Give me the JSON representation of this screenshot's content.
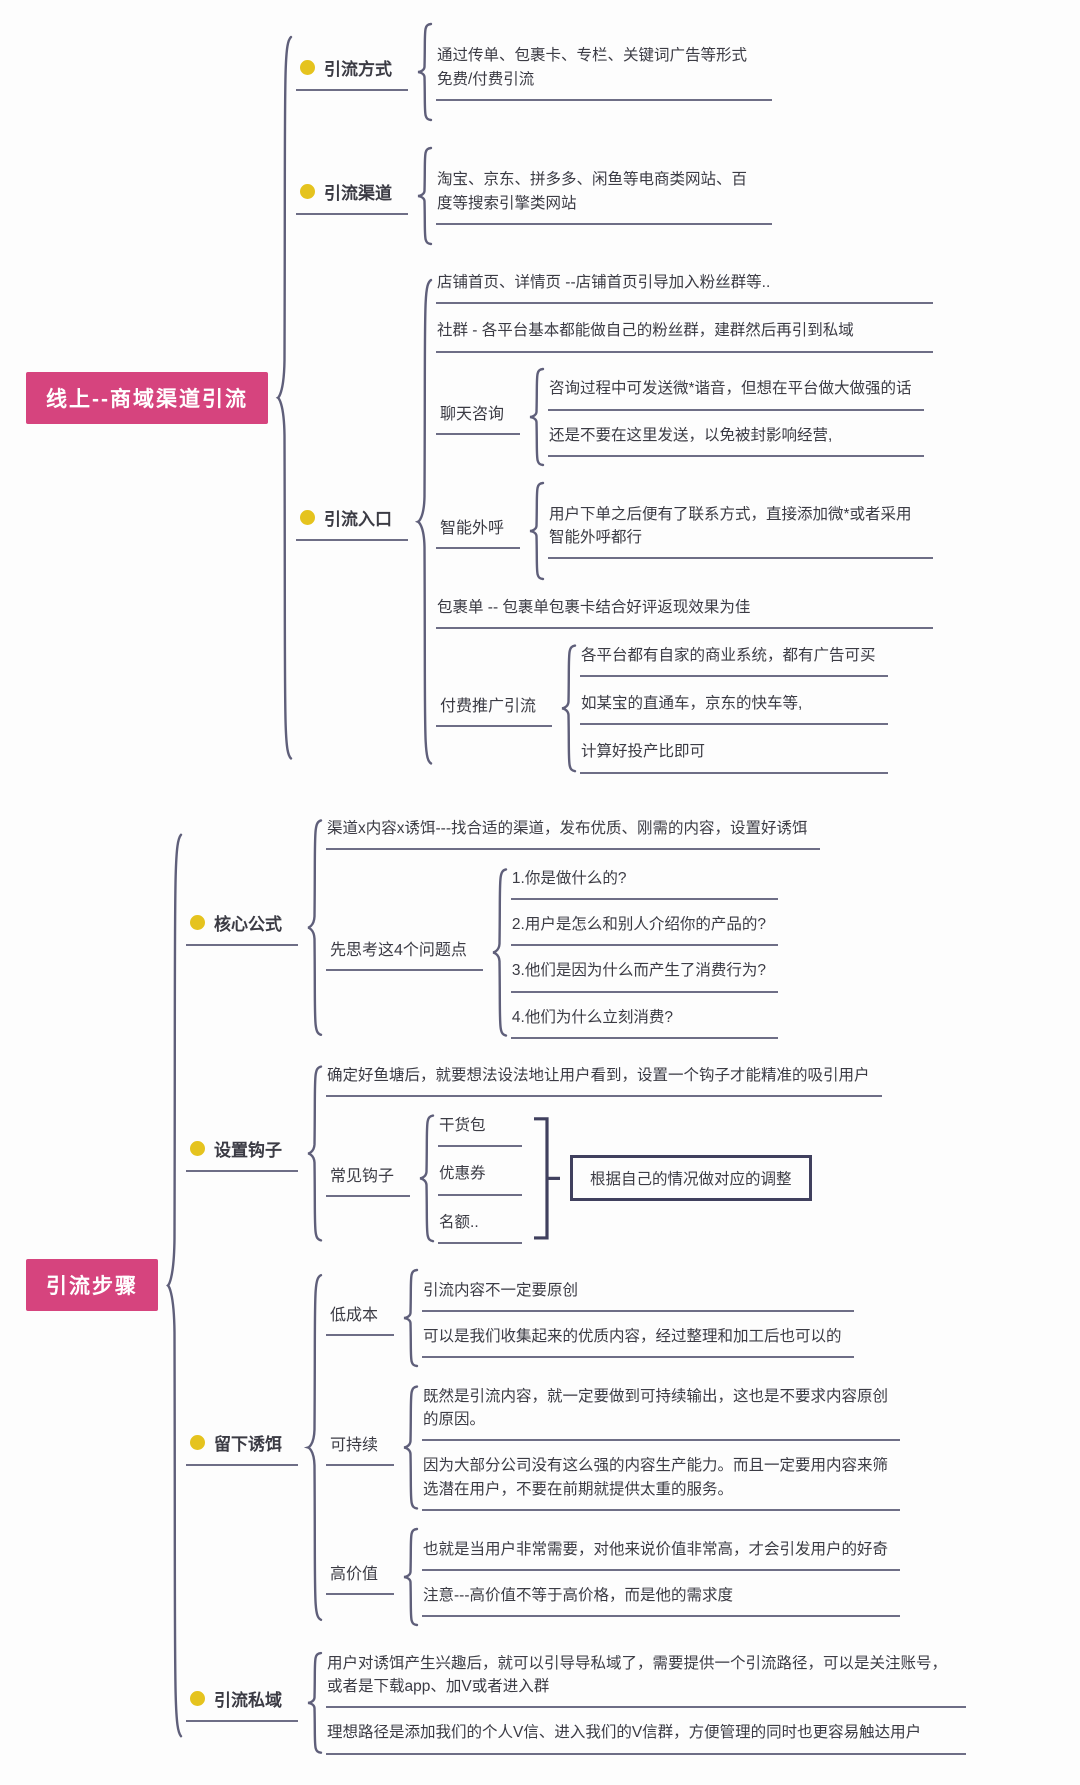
{
  "colors": {
    "root_bg": "#d6447e",
    "root_text": "#ffffff",
    "bullet_dot": "#e5c31e",
    "underline": "#6e6e86",
    "brace": "#5f5f7a",
    "note_border": "#40405e",
    "text": "#3b3b44"
  },
  "icons": {
    "bullet": "bullet-dot-icon",
    "brace": "curly-brace-connector",
    "bracket": "square-bracket-connector"
  },
  "tree1": {
    "root": "线上--商域渠道引流",
    "ways": {
      "label": "引流方式",
      "desc": "通过传单、包裹卡、专栏、关键词广告等形式免费/付费引流"
    },
    "channels": {
      "label": "引流渠道",
      "desc": "淘宝、京东、拼多多、闲鱼等电商类网站、百度等搜索引擎类网站"
    },
    "entries": {
      "label": "引流入口",
      "shop": "店铺首页、详情页 --店铺首页引导加入粉丝群等..",
      "community": "社群 - 各平台基本都能做自己的粉丝群，建群然后再引到私域",
      "chat": {
        "label": "聊天咨询",
        "line1": "咨询过程中可发送微*谐音，但想在平台做大做强的话",
        "line2": "还是不要在这里发送，以免被封影响经营,"
      },
      "outbound": {
        "label": "智能外呼",
        "desc": "用户下单之后便有了联系方式，直接添加微*或者采用智能外呼都行"
      },
      "package": "包裹单 -- 包裹单包裹卡结合好评返现效果为佳",
      "paid": {
        "label": "付费推广引流",
        "item1": "各平台都有自家的商业系统，都有广告可买",
        "item2": "如某宝的直通车，京东的快车等,",
        "item3": "计算好投产比即可"
      }
    }
  },
  "tree2": {
    "root": "引流步骤",
    "formula": {
      "label": "核心公式",
      "main": "渠道x内容x诱饵---找合适的渠道，发布优质、刚需的内容，设置好诱饵",
      "think": {
        "label": "先思考这4个问题点",
        "q1": "1.你是做什么的?",
        "q2": "2.用户是怎么和别人介绍你的产品的?",
        "q3": "3.他们是因为什么而产生了消费行为?",
        "q4": "4.他们为什么立刻消费?"
      }
    },
    "hook": {
      "label": "设置钩子",
      "main": "确定好鱼塘后，就要想法设法地让用户看到，设置一个钩子才能精准的吸引用户",
      "common": {
        "label": "常见钩子",
        "item1": "干货包",
        "item2": "优惠券",
        "item3": "名额..",
        "note": "根据自己的情况做对应的调整"
      }
    },
    "bait": {
      "label": "留下诱饵",
      "lowcost": {
        "label": "低成本",
        "line1": "引流内容不一定要原创",
        "line2": "可以是我们收集起来的优质内容，经过整理和加工后也可以的"
      },
      "sustain": {
        "label": "可持续",
        "line1": "既然是引流内容，就一定要做到可持续输出，这也是不要求内容原创的原因。",
        "line2": "因为大部分公司没有这么强的内容生产能力。而且一定要用内容来筛选潜在用户，不要在前期就提供太重的服务。"
      },
      "highvalue": {
        "label": "高价值",
        "line1": "也就是当用户非常需要，对他来说价值非常高，才会引发用户的好奇",
        "line2": "注意---高价值不等于高价格，而是他的需求度"
      }
    },
    "privatezone": {
      "label": "引流私域",
      "line1": "用户对诱饵产生兴趣后，就可以引导导私域了，需要提供一个引流路径，可以是关注账号，或者是下载app、加V或者进入群",
      "line2": "理想路径是添加我们的个人V信、进入我们的V信群，方便管理的同时也更容易触达用户"
    }
  }
}
